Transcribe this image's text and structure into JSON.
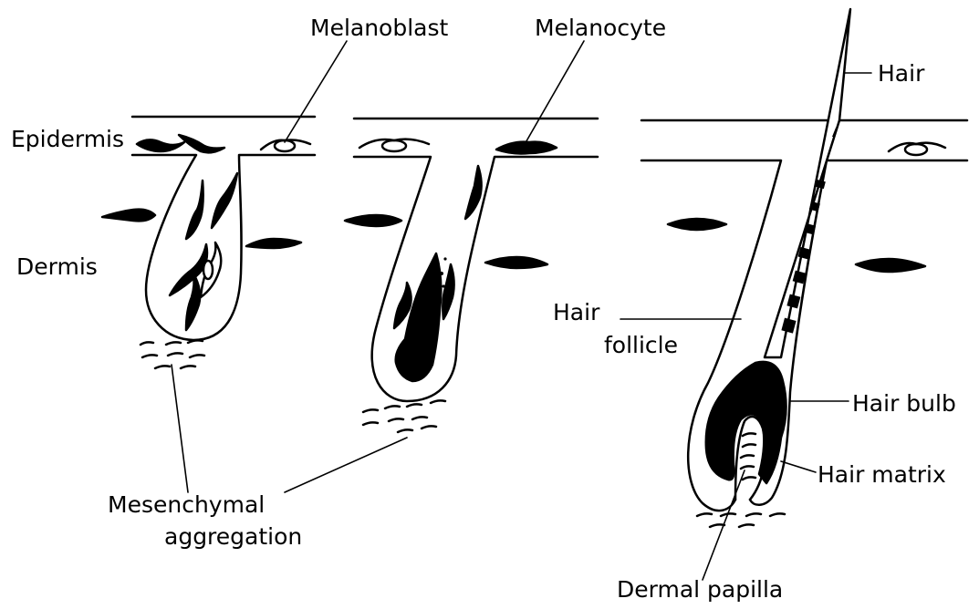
{
  "labels": {
    "melanoblast": "Melanoblast",
    "melanocyte": "Melanocyte",
    "hair": "Hair",
    "epidermis": "Epidermis",
    "dermis": "Dermis",
    "hair_follicle_line1": "Hair",
    "hair_follicle_line2": "follicle",
    "hair_bulb": "Hair bulb",
    "hair_matrix": "Hair matrix",
    "mesenchymal_line1": "Mesenchymal",
    "mesenchymal_line2": "aggregation",
    "dermal_papilla": "Dermal papilla"
  },
  "colors": {
    "ink": "#000000",
    "background": "#ffffff"
  }
}
